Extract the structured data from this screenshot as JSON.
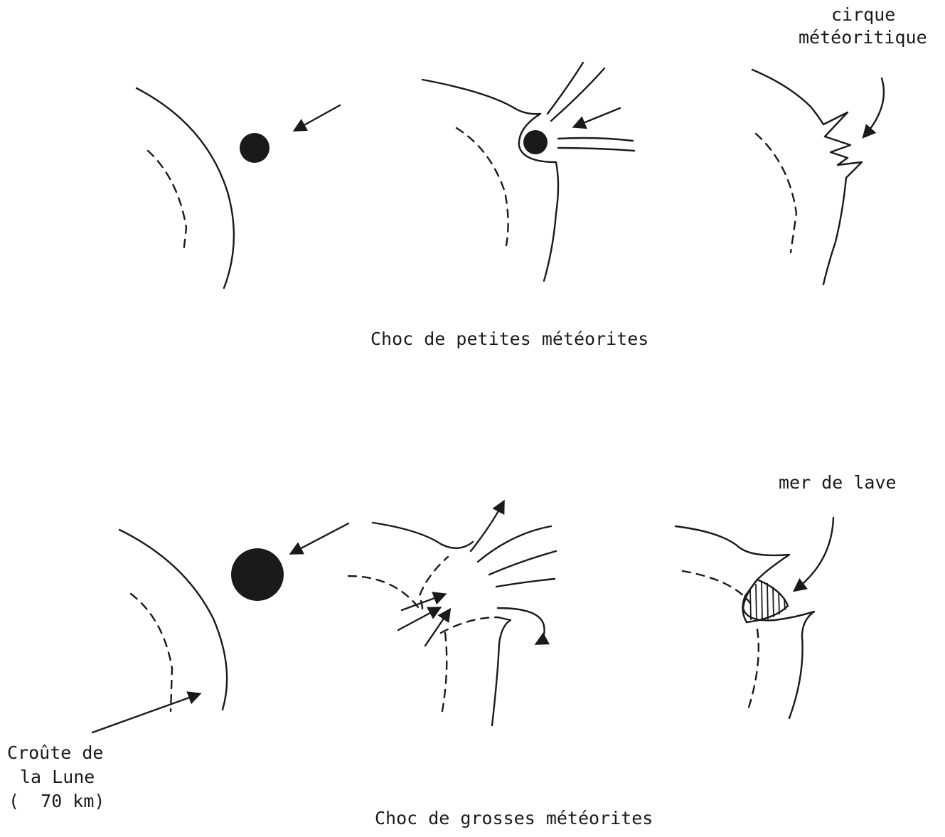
{
  "labels": {
    "cirque": [
      "cirque",
      "météoritique"
    ],
    "small_caption": "Choc de petites météorites",
    "lava": "mer de lave",
    "crust": [
      "Croûte de",
      "la Lune",
      "(  70 km)"
    ],
    "large_caption": "Choc de grosses météorites"
  }
}
